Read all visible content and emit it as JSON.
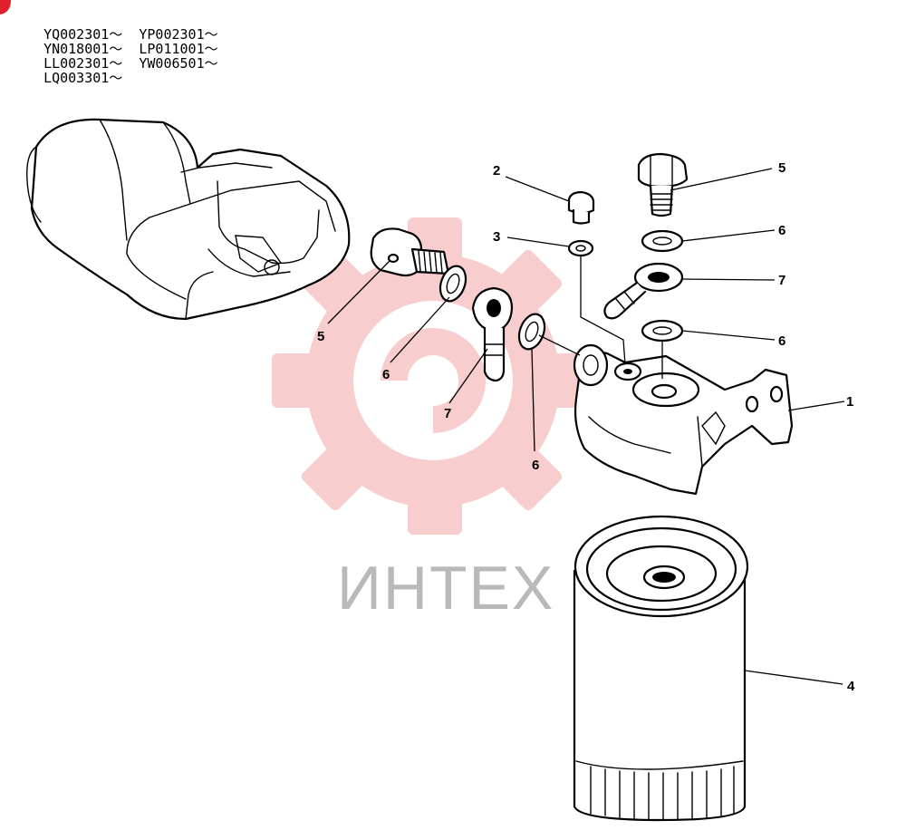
{
  "serial_numbers": [
    [
      "YQ002301～",
      "YP002301～"
    ],
    [
      "YN018001～",
      "LP011001～"
    ],
    [
      "LL002301～",
      "YW006501～"
    ],
    [
      "LQ003301～",
      ""
    ]
  ],
  "watermark": {
    "text": "ИНТЕХ",
    "color": "#f2a6a6"
  },
  "callouts": {
    "c1": "1",
    "c2": "2",
    "c3": "3",
    "c4": "4",
    "c5_top": "5",
    "c5_left": "5",
    "c6_top": "6",
    "c6_mid": "6",
    "c6_left": "6",
    "c6_center": "6",
    "c7_right": "7",
    "c7_left": "7"
  }
}
